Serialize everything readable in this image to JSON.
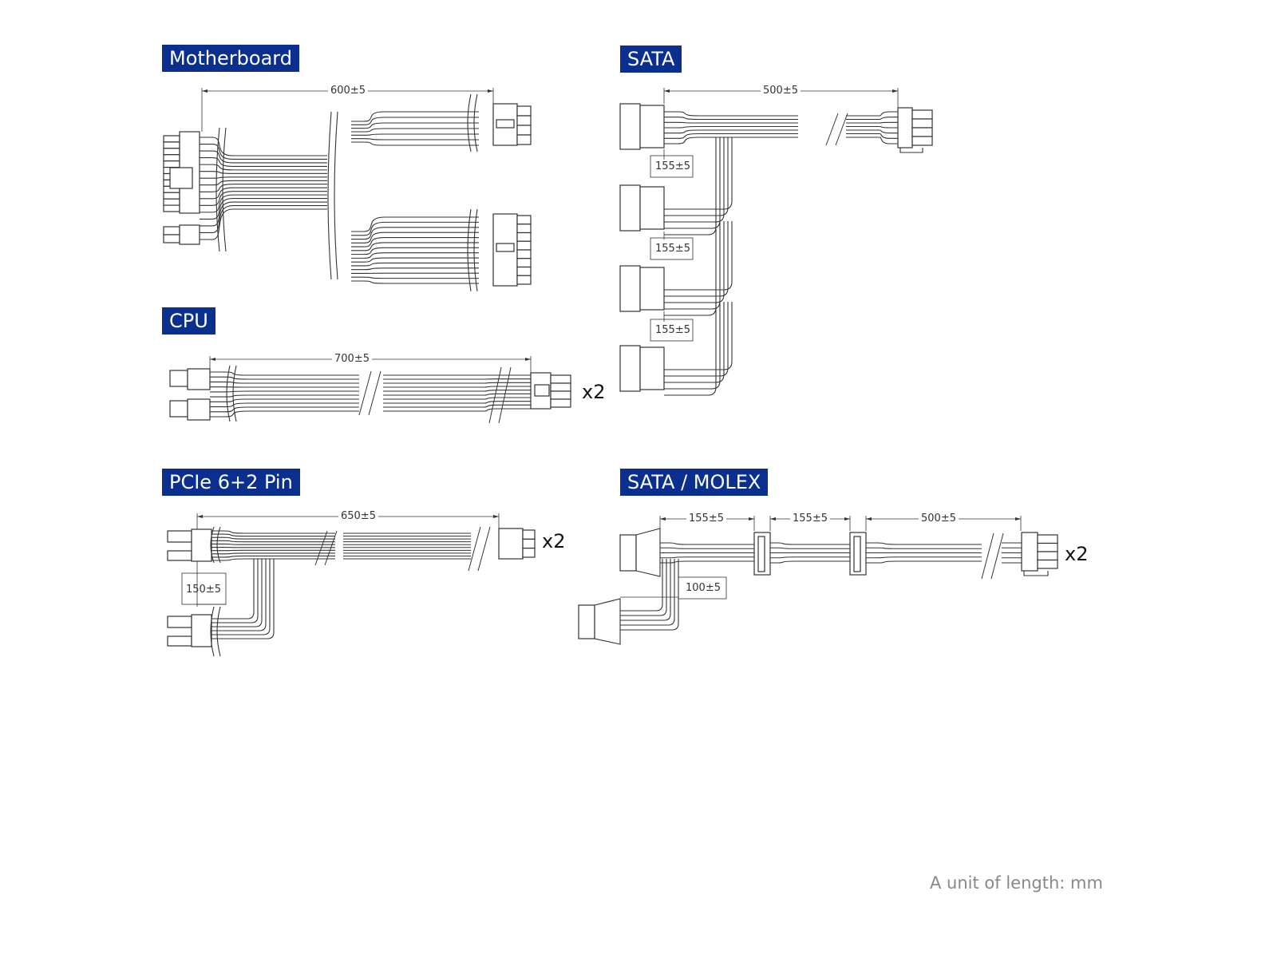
{
  "sections": {
    "motherboard": {
      "title": "Motherboard",
      "dims": [
        "600±5"
      ]
    },
    "cpu": {
      "title": "CPU",
      "dims": [
        "700±5"
      ],
      "multiplier": "x2"
    },
    "pcie": {
      "title": "PCIe 6+2 Pin",
      "dims": [
        "650±5",
        "150±5"
      ],
      "multiplier": "x2"
    },
    "sata": {
      "title": "SATA",
      "dims": [
        "500±5",
        "155±5",
        "155±5",
        "155±5"
      ]
    },
    "sata_molex": {
      "title": "SATA / MOLEX",
      "dims": [
        "155±5",
        "155±5",
        "500±5",
        "100±5"
      ],
      "multiplier": "x2"
    }
  },
  "footer": "A unit of length: mm",
  "colors": {
    "label_bg": "#0b2f8e",
    "line": "#333333",
    "footer": "#888888"
  }
}
